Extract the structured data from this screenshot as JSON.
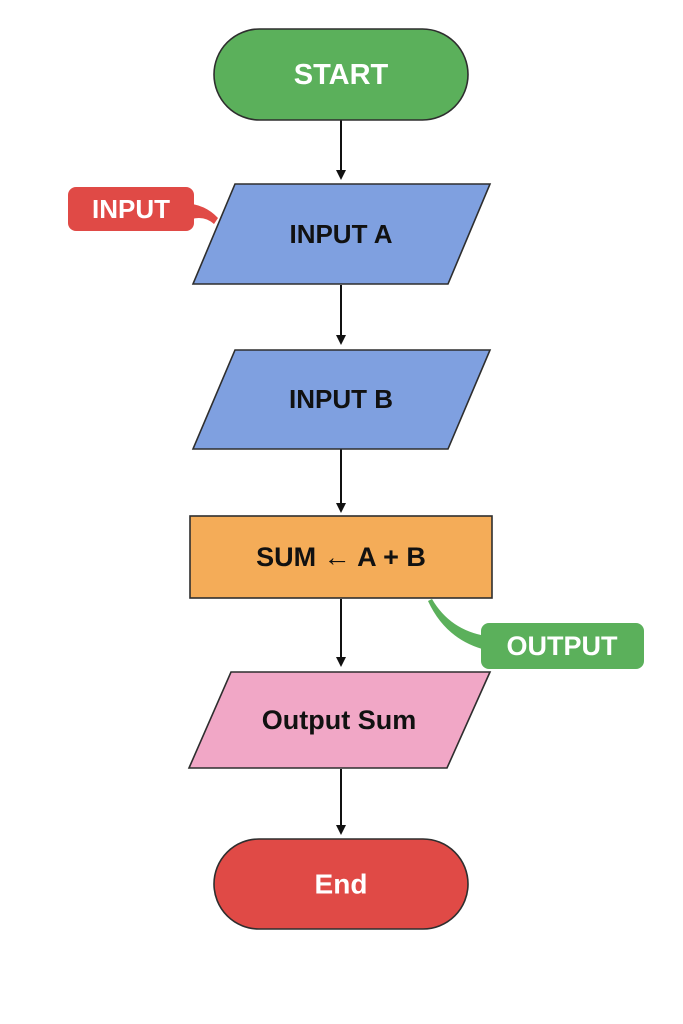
{
  "diagram": {
    "nodes": {
      "start": {
        "label": "START",
        "fill": "#5bb05b",
        "stroke": "#2e2e2e",
        "text_color": "#ffffff"
      },
      "input_a": {
        "label": "INPUT A",
        "fill": "#7fa0e0",
        "stroke": "#2e2e2e",
        "text_color": "#111111"
      },
      "input_b": {
        "label": "INPUT B",
        "fill": "#7fa0e0",
        "stroke": "#2e2e2e",
        "text_color": "#111111"
      },
      "sum": {
        "label": "SUM ← A + B",
        "fill": "#f4ac58",
        "stroke": "#2e2e2e",
        "text_color": "#111111"
      },
      "output_sum": {
        "label": "Output Sum",
        "fill": "#f1a7c6",
        "stroke": "#2e2e2e",
        "text_color": "#111111"
      },
      "end": {
        "label": "End",
        "fill": "#e04a46",
        "stroke": "#2e2e2e",
        "text_color": "#ffffff"
      }
    },
    "callouts": {
      "input": {
        "label": "INPUT",
        "fill": "#e04a46",
        "text_color": "#ffffff"
      },
      "output": {
        "label": "OUTPUT",
        "fill": "#5bb05b",
        "text_color": "#ffffff"
      }
    },
    "arrow_color": "#111111"
  }
}
